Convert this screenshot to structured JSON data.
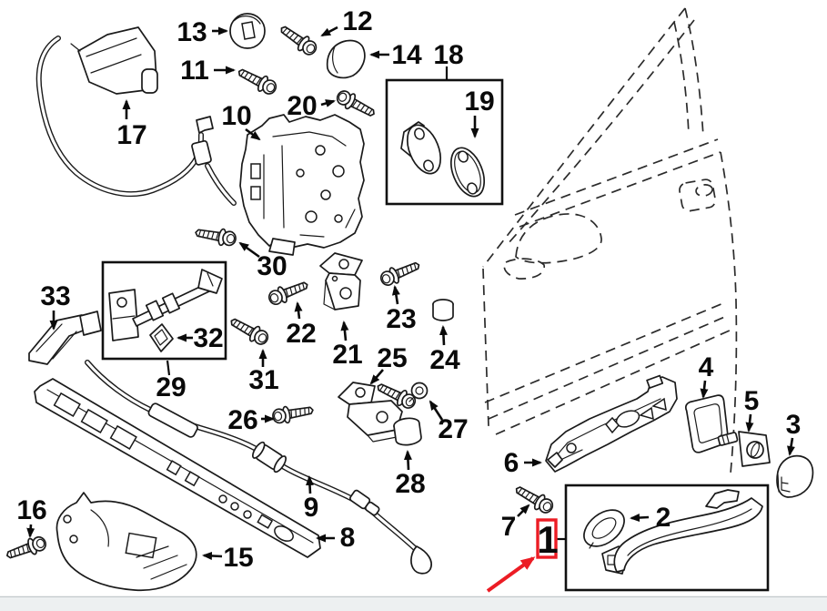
{
  "diagram": {
    "callouts": {
      "n1": "1",
      "n2": "2",
      "n3": "3",
      "n4": "4",
      "n5": "5",
      "n6": "6",
      "n7": "7",
      "n8": "8",
      "n9": "9",
      "n10": "10",
      "n11": "11",
      "n12": "12",
      "n13": "13",
      "n14": "14",
      "n15": "15",
      "n16": "16",
      "n17": "17",
      "n18": "18",
      "n19": "19",
      "n20": "20",
      "n21": "21",
      "n22": "22",
      "n23": "23",
      "n24": "24",
      "n25": "25",
      "n26": "26",
      "n27": "27",
      "n28": "28",
      "n29": "29",
      "n30": "30",
      "n31": "31",
      "n32": "32",
      "n33": "33"
    },
    "highlighted_callout": "1",
    "colors": {
      "line": "#1a1a1a",
      "highlight": "#ec1c24",
      "background": "#ffffff",
      "footer_bar": "#edf0f1"
    }
  }
}
